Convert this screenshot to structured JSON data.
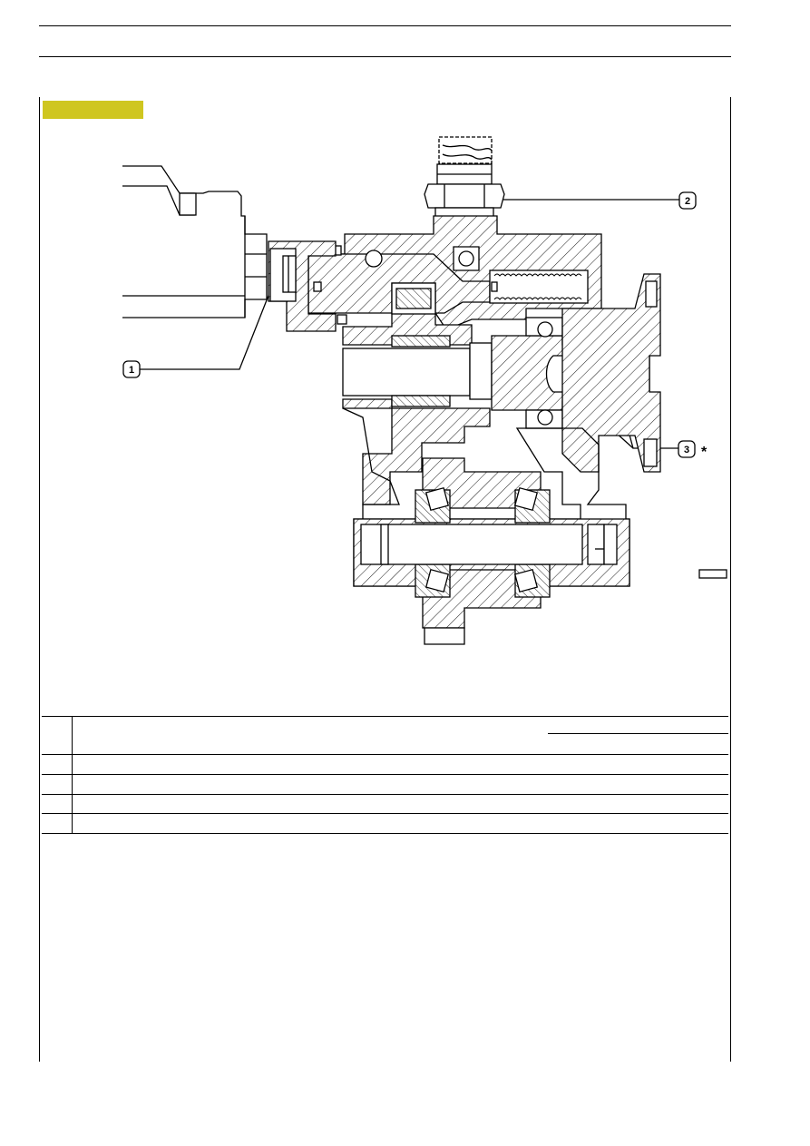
{
  "diagram": {
    "callouts": [
      {
        "id": "callout-1",
        "label": "1"
      },
      {
        "id": "callout-2",
        "label": "2"
      },
      {
        "id": "callout-3",
        "label": "3"
      }
    ],
    "asterisk": "*",
    "section_tag_color": "#cfc620"
  },
  "table": {
    "rows": [
      {
        "num": "",
        "text": ""
      },
      {
        "num": "",
        "text": ""
      },
      {
        "num": "",
        "text": ""
      },
      {
        "num": "",
        "text": ""
      },
      {
        "num": "",
        "text": ""
      }
    ]
  }
}
